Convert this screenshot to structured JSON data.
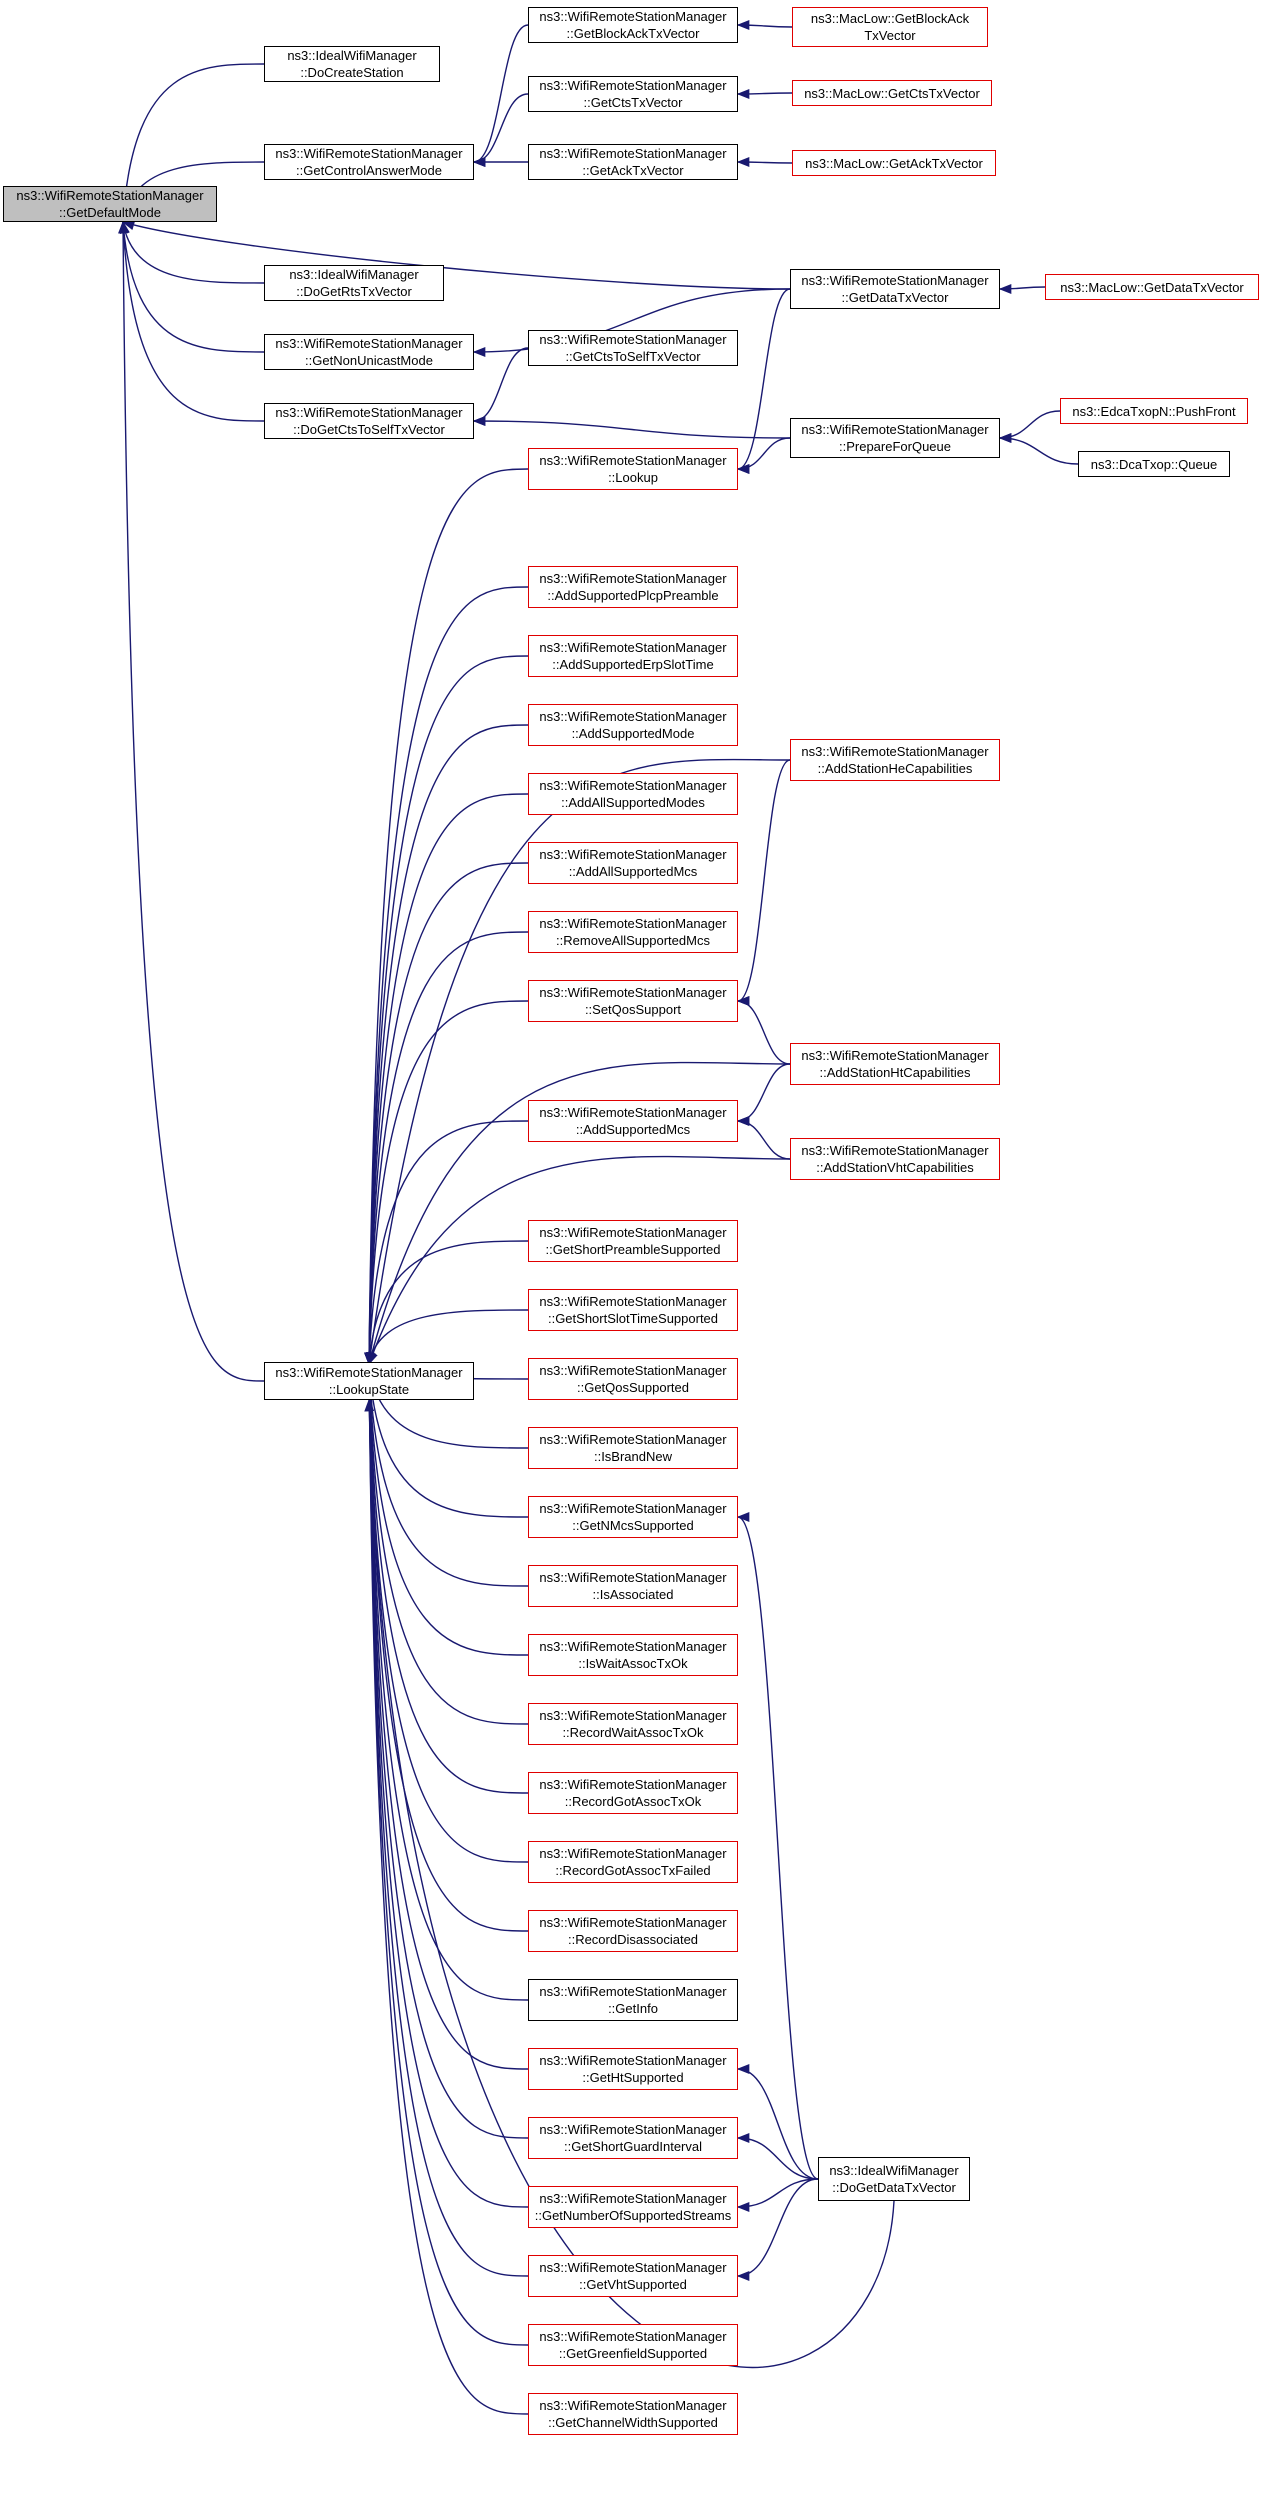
{
  "colors": {
    "edge": "#191970",
    "red_border": "#e00000",
    "black_border": "#000000",
    "root_fill": "#bfbfbf"
  },
  "nodes": [
    {
      "id": "root",
      "lines": [
        "ns3::WifiRemoteStationManager",
        "::GetDefaultMode"
      ],
      "style": "root"
    },
    {
      "id": "ideal_docreate",
      "lines": [
        "ns3::IdealWifiManager",
        "::DoCreateStation"
      ],
      "style": "black"
    },
    {
      "id": "getcontrolanswer",
      "lines": [
        "ns3::WifiRemoteStationManager",
        "::GetControlAnswerMode"
      ],
      "style": "black"
    },
    {
      "id": "ideal_dogetrts",
      "lines": [
        "ns3::IdealWifiManager",
        "::DoGetRtsTxVector"
      ],
      "style": "black"
    },
    {
      "id": "getnonunicast",
      "lines": [
        "ns3::WifiRemoteStationManager",
        "::GetNonUnicastMode"
      ],
      "style": "black"
    },
    {
      "id": "dogetctstoself",
      "lines": [
        "ns3::WifiRemoteStationManager",
        "::DoGetCtsToSelfTxVector"
      ],
      "style": "black"
    },
    {
      "id": "lookupstate",
      "lines": [
        "ns3::WifiRemoteStationManager",
        "::LookupState"
      ],
      "style": "black"
    },
    {
      "id": "getblockack",
      "lines": [
        "ns3::WifiRemoteStationManager",
        "::GetBlockAckTxVector"
      ],
      "style": "black"
    },
    {
      "id": "getcts",
      "lines": [
        "ns3::WifiRemoteStationManager",
        "::GetCtsTxVector"
      ],
      "style": "black"
    },
    {
      "id": "getack",
      "lines": [
        "ns3::WifiRemoteStationManager",
        "::GetAckTxVector"
      ],
      "style": "black"
    },
    {
      "id": "getctstoself",
      "lines": [
        "ns3::WifiRemoteStationManager",
        "::GetCtsToSelfTxVector"
      ],
      "style": "black"
    },
    {
      "id": "lookup",
      "lines": [
        "ns3::WifiRemoteStationManager",
        "::Lookup"
      ],
      "style": "red"
    },
    {
      "id": "addsuppplcp",
      "lines": [
        "ns3::WifiRemoteStationManager",
        "::AddSupportedPlcpPreamble"
      ],
      "style": "red"
    },
    {
      "id": "addsupperp",
      "lines": [
        "ns3::WifiRemoteStationManager",
        "::AddSupportedErpSlotTime"
      ],
      "style": "red"
    },
    {
      "id": "addsuppmode",
      "lines": [
        "ns3::WifiRemoteStationManager",
        "::AddSupportedMode"
      ],
      "style": "red"
    },
    {
      "id": "addallmodes",
      "lines": [
        "ns3::WifiRemoteStationManager",
        "::AddAllSupportedModes"
      ],
      "style": "red"
    },
    {
      "id": "addallmcs",
      "lines": [
        "ns3::WifiRemoteStationManager",
        "::AddAllSupportedMcs"
      ],
      "style": "red"
    },
    {
      "id": "removeallmcs",
      "lines": [
        "ns3::WifiRemoteStationManager",
        "::RemoveAllSupportedMcs"
      ],
      "style": "red"
    },
    {
      "id": "setqos",
      "lines": [
        "ns3::WifiRemoteStationManager",
        "::SetQosSupport"
      ],
      "style": "red"
    },
    {
      "id": "addsuppmcs",
      "lines": [
        "ns3::WifiRemoteStationManager",
        "::AddSupportedMcs"
      ],
      "style": "red"
    },
    {
      "id": "getshortpre",
      "lines": [
        "ns3::WifiRemoteStationManager",
        "::GetShortPreambleSupported"
      ],
      "style": "red"
    },
    {
      "id": "getshortslot",
      "lines": [
        "ns3::WifiRemoteStationManager",
        "::GetShortSlotTimeSupported"
      ],
      "style": "red"
    },
    {
      "id": "getqos",
      "lines": [
        "ns3::WifiRemoteStationManager",
        "::GetQosSupported"
      ],
      "style": "red"
    },
    {
      "id": "isbrandnew",
      "lines": [
        "ns3::WifiRemoteStationManager",
        "::IsBrandNew"
      ],
      "style": "red"
    },
    {
      "id": "getnmcs",
      "lines": [
        "ns3::WifiRemoteStationManager",
        "::GetNMcsSupported"
      ],
      "style": "red"
    },
    {
      "id": "isassoc",
      "lines": [
        "ns3::WifiRemoteStationManager",
        "::IsAssociated"
      ],
      "style": "red"
    },
    {
      "id": "iswait",
      "lines": [
        "ns3::WifiRemoteStationManager",
        "::IsWaitAssocTxOk"
      ],
      "style": "red"
    },
    {
      "id": "recwait",
      "lines": [
        "ns3::WifiRemoteStationManager",
        "::RecordWaitAssocTxOk"
      ],
      "style": "red"
    },
    {
      "id": "recgot",
      "lines": [
        "ns3::WifiRemoteStationManager",
        "::RecordGotAssocTxOk"
      ],
      "style": "red"
    },
    {
      "id": "recgotfailed",
      "lines": [
        "ns3::WifiRemoteStationManager",
        "::RecordGotAssocTxFailed"
      ],
      "style": "red"
    },
    {
      "id": "recdisassoc",
      "lines": [
        "ns3::WifiRemoteStationManager",
        "::RecordDisassociated"
      ],
      "style": "red"
    },
    {
      "id": "getinfo",
      "lines": [
        "ns3::WifiRemoteStationManager",
        "::GetInfo"
      ],
      "style": "black"
    },
    {
      "id": "getht",
      "lines": [
        "ns3::WifiRemoteStationManager",
        "::GetHtSupported"
      ],
      "style": "red"
    },
    {
      "id": "getsgi",
      "lines": [
        "ns3::WifiRemoteStationManager",
        "::GetShortGuardInterval"
      ],
      "style": "red"
    },
    {
      "id": "getnss",
      "lines": [
        "ns3::WifiRemoteStationManager",
        "::GetNumberOfSupportedStreams"
      ],
      "style": "red"
    },
    {
      "id": "getvht",
      "lines": [
        "ns3::WifiRemoteStationManager",
        "::GetVhtSupported"
      ],
      "style": "red"
    },
    {
      "id": "getgf",
      "lines": [
        "ns3::WifiRemoteStationManager",
        "::GetGreenfieldSupported"
      ],
      "style": "red"
    },
    {
      "id": "getcw",
      "lines": [
        "ns3::WifiRemoteStationManager",
        "::GetChannelWidthSupported"
      ],
      "style": "red"
    },
    {
      "id": "getdatatx",
      "lines": [
        "ns3::WifiRemoteStationManager",
        "::GetDataTxVector"
      ],
      "style": "black"
    },
    {
      "id": "prepareforqueue",
      "lines": [
        "ns3::WifiRemoteStationManager",
        "::PrepareForQueue"
      ],
      "style": "black"
    },
    {
      "id": "addhecap",
      "lines": [
        "ns3::WifiRemoteStationManager",
        "::AddStationHeCapabilities"
      ],
      "style": "red"
    },
    {
      "id": "addhtcap",
      "lines": [
        "ns3::WifiRemoteStationManager",
        "::AddStationHtCapabilities"
      ],
      "style": "red"
    },
    {
      "id": "addvhtcap",
      "lines": [
        "ns3::WifiRemoteStationManager",
        "::AddStationVhtCapabilities"
      ],
      "style": "red"
    },
    {
      "id": "ideal_dogetdata",
      "lines": [
        "ns3::IdealWifiManager",
        "::DoGetDataTxVector"
      ],
      "style": "black"
    },
    {
      "id": "maclow_blockack",
      "lines": [
        "ns3::MacLow::GetBlockAck",
        "TxVector"
      ],
      "style": "red"
    },
    {
      "id": "maclow_cts",
      "lines": [
        "ns3::MacLow::GetCtsTxVector"
      ],
      "style": "red"
    },
    {
      "id": "maclow_ack",
      "lines": [
        "ns3::MacLow::GetAckTxVector"
      ],
      "style": "red"
    },
    {
      "id": "maclow_data",
      "lines": [
        "ns3::MacLow::GetDataTxVector"
      ],
      "style": "red"
    },
    {
      "id": "edca_pushfront",
      "lines": [
        "ns3::EdcaTxopN::PushFront"
      ],
      "style": "red"
    },
    {
      "id": "dcatxop_queue",
      "lines": [
        "ns3::DcaTxop::Queue"
      ],
      "style": "black"
    }
  ],
  "edges": [
    [
      "root",
      "ideal_docreate"
    ],
    [
      "root",
      "getcontrolanswer"
    ],
    [
      "root",
      "getdatatx"
    ],
    [
      "root",
      "ideal_dogetrts"
    ],
    [
      "root",
      "getnonunicast"
    ],
    [
      "root",
      "dogetctstoself"
    ],
    [
      "root",
      "lookupstate"
    ],
    [
      "getcontrolanswer",
      "getblockack"
    ],
    [
      "getcontrolanswer",
      "getcts"
    ],
    [
      "getcontrolanswer",
      "getack"
    ],
    [
      "getblockack",
      "maclow_blockack"
    ],
    [
      "getcts",
      "maclow_cts"
    ],
    [
      "getack",
      "maclow_ack"
    ],
    [
      "getnonunicast",
      "getdatatx"
    ],
    [
      "getdatatx",
      "maclow_data"
    ],
    [
      "dogetctstoself",
      "getctstoself"
    ],
    [
      "dogetctstoself",
      "prepareforqueue"
    ],
    [
      "prepareforqueue",
      "edca_pushfront"
    ],
    [
      "prepareforqueue",
      "dcatxop_queue"
    ],
    [
      "lookup",
      "getdatatx"
    ],
    [
      "lookup",
      "prepareforqueue"
    ],
    [
      "setqos",
      "addhecap"
    ],
    [
      "setqos",
      "addhtcap"
    ],
    [
      "addsuppmcs",
      "addhtcap"
    ],
    [
      "addsuppmcs",
      "addvhtcap"
    ],
    [
      "getnmcs",
      "ideal_dogetdata"
    ],
    [
      "getht",
      "ideal_dogetdata"
    ],
    [
      "getsgi",
      "ideal_dogetdata"
    ],
    [
      "getnss",
      "ideal_dogetdata"
    ],
    [
      "getvht",
      "ideal_dogetdata"
    ],
    [
      "lookupstate",
      "lookup"
    ],
    [
      "lookupstate",
      "addhecap"
    ],
    [
      "lookupstate",
      "addsuppplcp"
    ],
    [
      "lookupstate",
      "addsupperp"
    ],
    [
      "lookupstate",
      "addsuppmode"
    ],
    [
      "lookupstate",
      "addallmodes"
    ],
    [
      "lookupstate",
      "addallmcs"
    ],
    [
      "lookupstate",
      "removeallmcs"
    ],
    [
      "lookupstate",
      "setqos"
    ],
    [
      "lookupstate",
      "addhtcap"
    ],
    [
      "lookupstate",
      "addsuppmcs"
    ],
    [
      "lookupstate",
      "addvhtcap"
    ],
    [
      "lookupstate",
      "getshortpre"
    ],
    [
      "lookupstate",
      "getshortslot"
    ],
    [
      "lookupstate",
      "getqos"
    ],
    [
      "lookupstate",
      "isbrandnew"
    ],
    [
      "lookupstate",
      "getnmcs"
    ],
    [
      "lookupstate",
      "isassoc"
    ],
    [
      "lookupstate",
      "iswait"
    ],
    [
      "lookupstate",
      "recwait"
    ],
    [
      "lookupstate",
      "recgot"
    ],
    [
      "lookupstate",
      "recgotfailed"
    ],
    [
      "lookupstate",
      "recdisassoc"
    ],
    [
      "lookupstate",
      "getinfo"
    ],
    [
      "lookupstate",
      "getht"
    ],
    [
      "lookupstate",
      "getsgi"
    ],
    [
      "lookupstate",
      "getnss"
    ],
    [
      "lookupstate",
      "getvht"
    ],
    [
      "lookupstate",
      "getgf"
    ],
    [
      "lookupstate",
      "getcw"
    ],
    [
      "lookupstate",
      "ideal_dogetdata"
    ]
  ]
}
